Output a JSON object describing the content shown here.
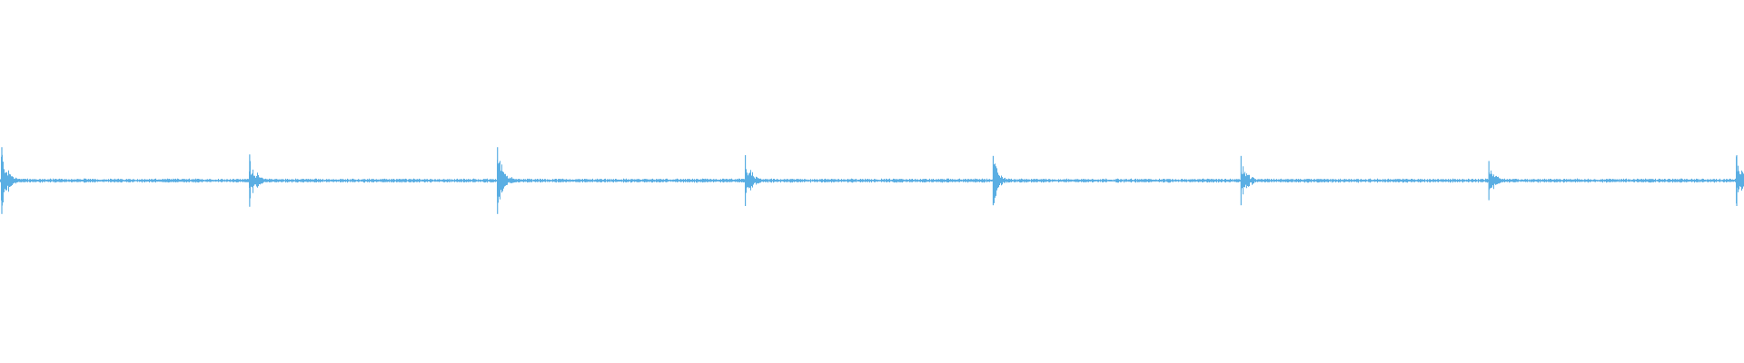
{
  "waveform": {
    "color": "#5aaee3",
    "background": "#ffffff",
    "beat_count": 8,
    "transient_peak_levels": [
      0.92,
      0.72,
      0.92,
      0.7,
      0.68,
      0.68,
      0.54,
      0.7
    ],
    "sustain_level": 0.06
  }
}
